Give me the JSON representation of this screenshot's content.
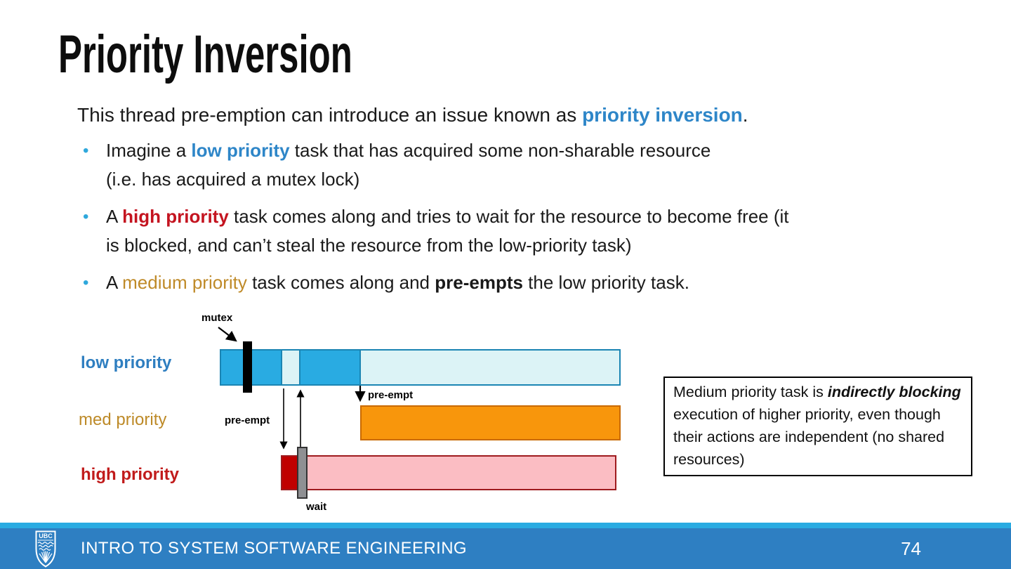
{
  "slide_title": "Priority Inversion",
  "intro": {
    "text_before": "This thread pre-emption can introduce an issue known as ",
    "highlight": "priority inversion",
    "text_after": "."
  },
  "bullets": [
    {
      "marker": "•",
      "pre": "Imagine a ",
      "highlight": "low priority",
      "post": " task that has acquired some non-sharable resource",
      "line2": "(i.e. has acquired a mutex lock)"
    },
    {
      "marker": "•",
      "pre": "A ",
      "highlight": "high priority",
      "post": " task comes along and tries to wait for the resource to become free (it",
      "line2": "is blocked, and can’t steal the resource from the low-priority task)"
    },
    {
      "marker": "•",
      "pre": "A ",
      "highlight": "medium priority",
      "mid": " task comes along and ",
      "bold": "pre-empts",
      "post": " the low priority task."
    }
  ],
  "diagram": {
    "row_labels": {
      "low": "low priority",
      "med": "med priority",
      "high": "high priority"
    },
    "annotations": {
      "mutex": "mutex",
      "preempt_low": "pre-empt",
      "preempt_med": "pre-empt",
      "wait": "wait"
    },
    "colors": {
      "running_blue": "#29ABE2",
      "idle_blue": "#DCF3F6",
      "blue_border": "#1B85B3",
      "running_orange": "#F8960C",
      "orange_border": "#C96A00",
      "running_red": "#C00000",
      "blocked_pink": "#FBBDC3",
      "pink_border": "#9E1B1E",
      "mutex_black": "#000000",
      "wait_gray": "#8F9093"
    }
  },
  "note_box": {
    "pre": "Medium priority task is ",
    "emphasis": "indirectly blocking",
    "post": " execution of higher priority, even though their actions are independent (no shared resources)"
  },
  "footer": {
    "logo": "UBC",
    "course_title": "INTRO TO SYSTEM SOFTWARE ENGINEERING",
    "page_number": "74",
    "bar_color": "#2E7FC2",
    "strip_color": "#29ABE2"
  },
  "text_colors": {
    "accent_blue": "#2E86C8",
    "accent_red": "#C41420",
    "accent_gold": "#BF8A28",
    "bullet_marker": "#2FA8DC"
  }
}
